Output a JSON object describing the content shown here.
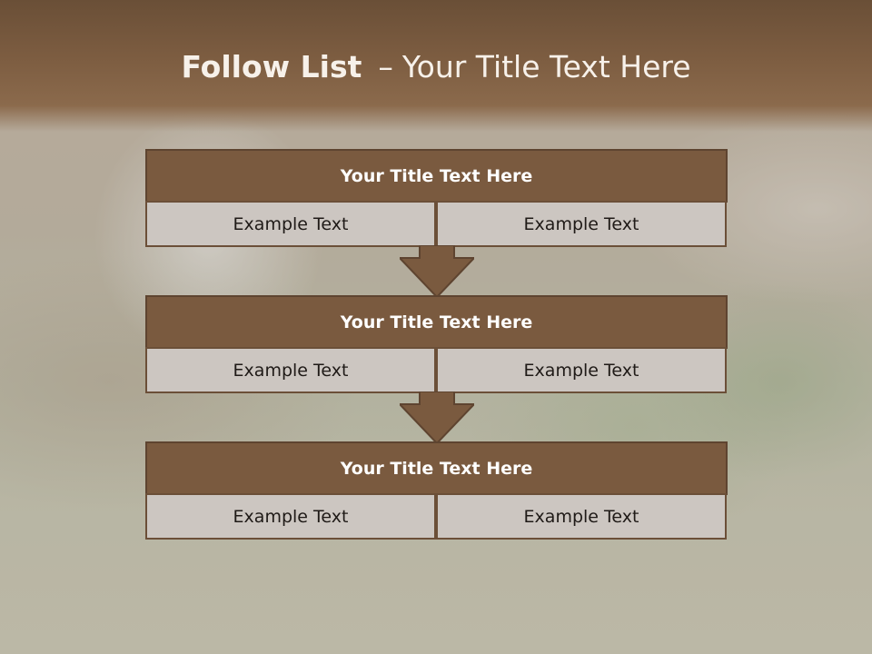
{
  "slide": {
    "title_bold": "Follow List",
    "title_sep": "–",
    "title_rest": "Your Title Text Here"
  },
  "steps": [
    {
      "title": "Your Title Text Here",
      "left": "Example Text",
      "right": "Example Text"
    },
    {
      "title": "Your Title Text Here",
      "left": "Example Text",
      "right": "Example Text"
    },
    {
      "title": "Your Title Text Here",
      "left": "Example Text",
      "right": "Example Text"
    }
  ],
  "colors": {
    "header_brown": "#7d5d41",
    "block_title": "#7a5a3f",
    "cell_fill": "#ccc6c1",
    "arrow": "#7a5a3f"
  }
}
